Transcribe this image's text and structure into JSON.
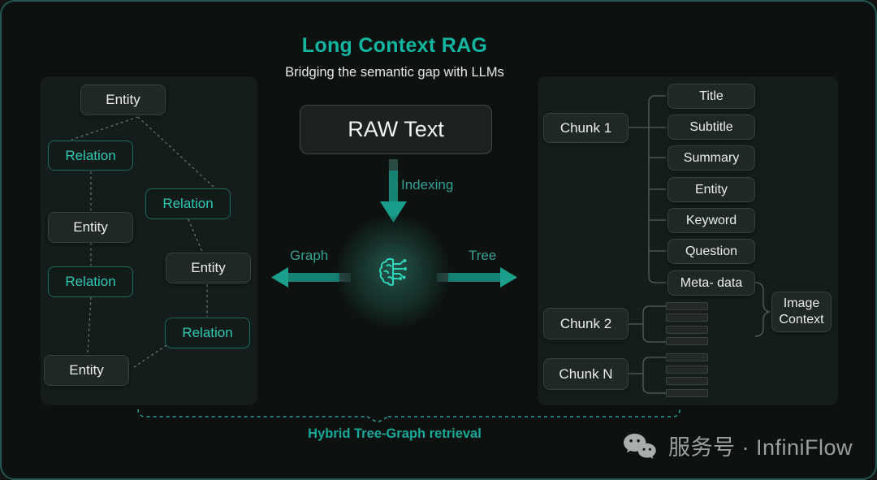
{
  "header": {
    "title": "Long Context RAG",
    "subtitle": "Bridging the semantic gap with LLMs"
  },
  "center": {
    "raw_text": "RAW Text",
    "indexing_label": "Indexing",
    "graph_label": "Graph",
    "tree_label": "Tree",
    "brain_icon": "brain-circuit-icon"
  },
  "left_graph": {
    "nodes": [
      {
        "label": "Entity",
        "type": "entity"
      },
      {
        "label": "Relation",
        "type": "relation"
      },
      {
        "label": "Relation",
        "type": "relation"
      },
      {
        "label": "Entity",
        "type": "entity"
      },
      {
        "label": "Relation",
        "type": "relation"
      },
      {
        "label": "Entity",
        "type": "entity"
      },
      {
        "label": "Relation",
        "type": "relation"
      },
      {
        "label": "Entity",
        "type": "entity"
      }
    ]
  },
  "right_tree": {
    "chunks": [
      {
        "label": "Chunk 1"
      },
      {
        "label": "Chunk 2"
      },
      {
        "label": "Chunk N"
      }
    ],
    "attributes": [
      "Title",
      "Subtitle",
      "Summary",
      "Entity",
      "Keyword",
      "Question",
      "Meta- data"
    ],
    "image_context": "Image Context",
    "placeholder_bar_rows": {
      "chunk_2": 4,
      "chunk_n": 4
    }
  },
  "footer": {
    "retrieval_label": "Hybrid Tree-Graph retrieval",
    "brand": "服务号 · InfiniFlow",
    "wechat_icon": "wechat-icon"
  },
  "colors": {
    "accent_teal": "#12b5a0",
    "relation_text": "#2cc9b4",
    "arrow_teal": "#1a9d8b",
    "panel_bg": "#141d1b",
    "node_bg": "#1f2827",
    "tree_line": "#55605d",
    "dash_gray": "#6f7a77",
    "dash_teal": "#2f9f90",
    "canvas_bg": "#0d1211",
    "border_teal": "#235750"
  }
}
